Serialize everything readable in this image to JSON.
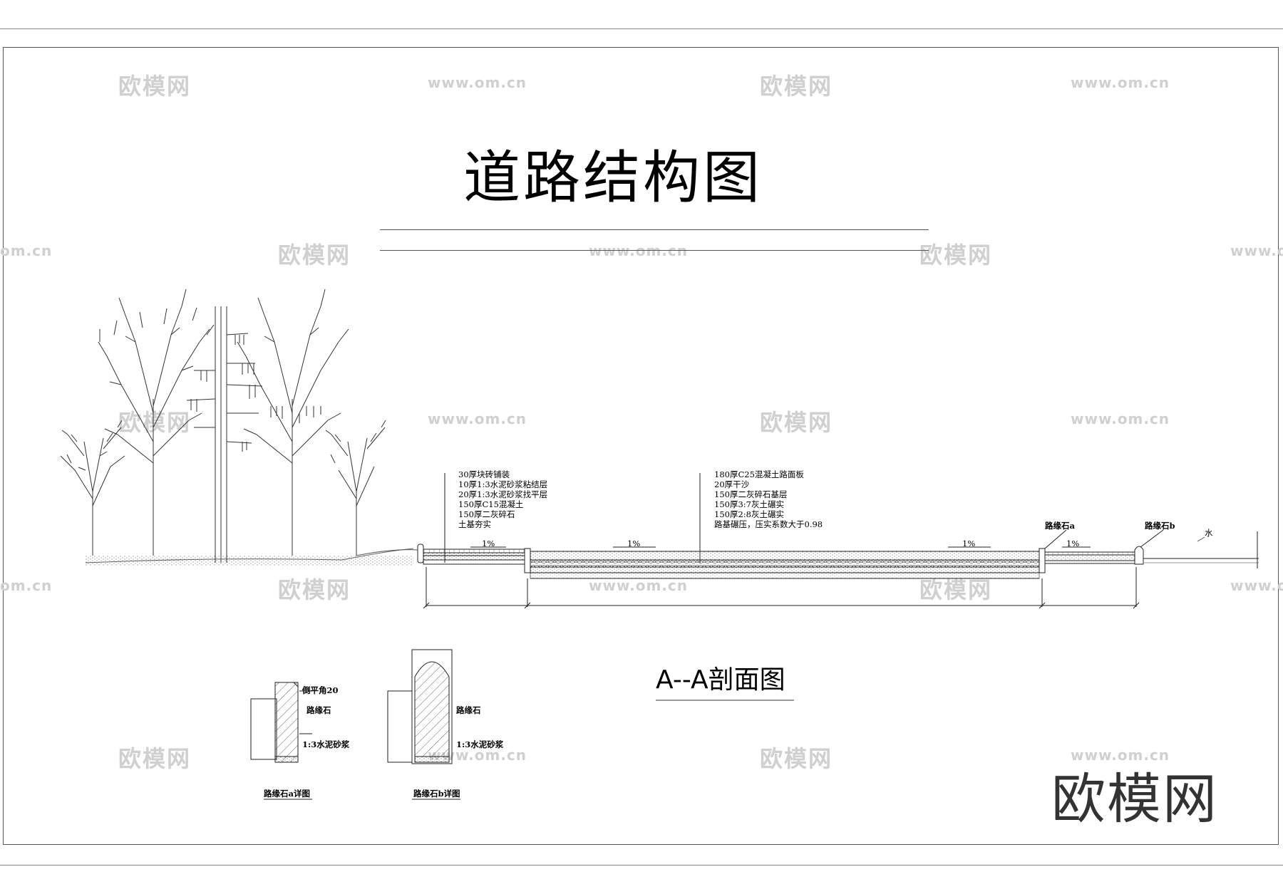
{
  "drawing": {
    "title": "道路结构图",
    "section_title": "A--A剖面图",
    "brand": "欧模网"
  },
  "watermarks": {
    "cn": "欧模网",
    "url": "www.om.cn",
    "url_short": "om.cn"
  },
  "left_callout": [
    "30厚块砖铺装",
    "10厚1:3水泥砂浆粘结层",
    "20厚1:3水泥砂浆找平层",
    "150厚C15混凝土",
    "150厚二灰碎石",
    "土基夯实"
  ],
  "right_callout": [
    "180厚C25混凝土路面板",
    "20厚干沙",
    "150厚二灰碎石基层",
    "150厚3:7灰土碾实",
    "150厚2:8灰土碾实",
    "路基碾压，压实系数大于0.98"
  ],
  "section_labels": {
    "curb_a": "路缘石a",
    "curb_b": "路缘石b",
    "water": "水",
    "slope": "1%"
  },
  "detail_a": {
    "chamfer": "倒平角20",
    "curb": "路缘石",
    "mortar": "1:3水泥砂浆",
    "caption": "路缘石a详图"
  },
  "detail_b": {
    "curb": "路缘石",
    "mortar": "1:3水泥砂浆",
    "caption": "路缘石b详图"
  }
}
